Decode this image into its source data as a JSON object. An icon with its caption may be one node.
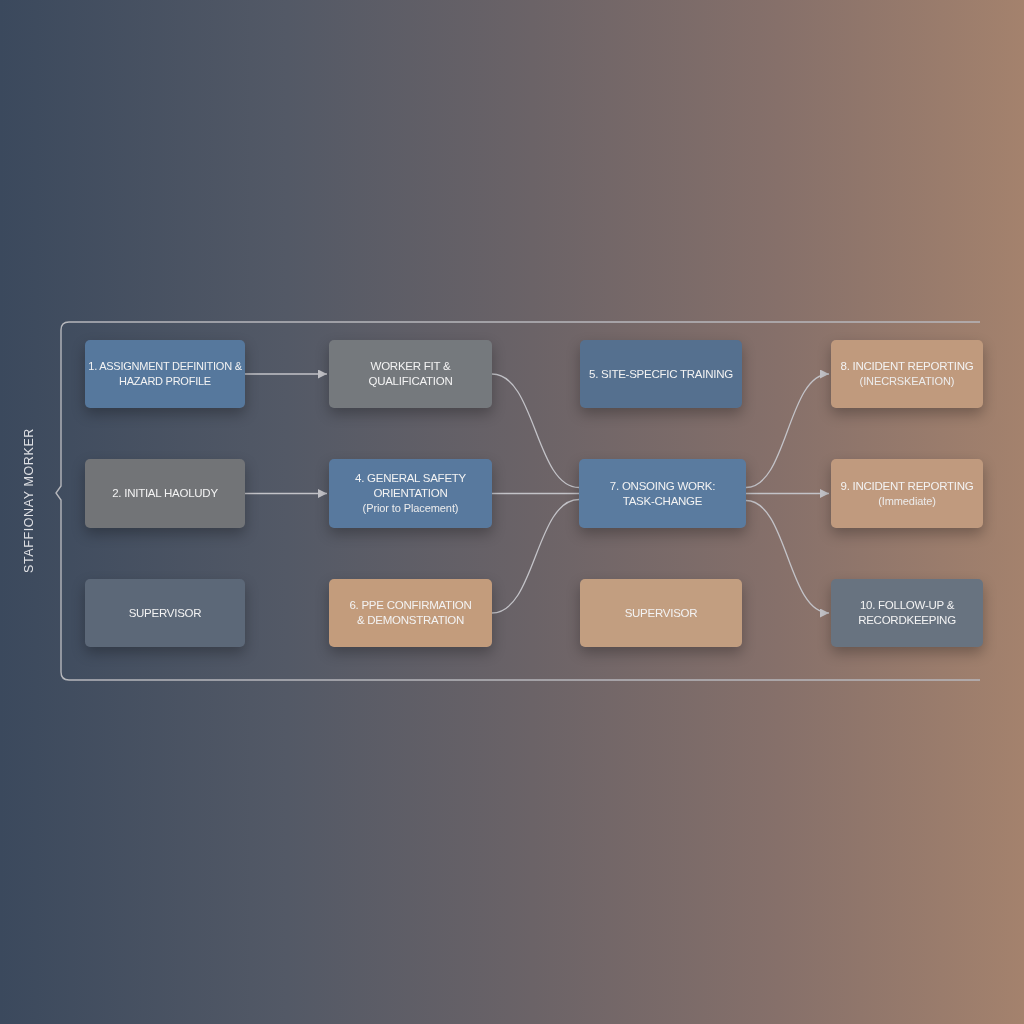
{
  "diagram": {
    "nodes": [
      {
        "text": [
          "STAFFIONAY MORKER"
        ]
      },
      {
        "text": [
          "1. ASSIGNMENT DEFINITION & HAZARD PROFILE"
        ],
        "in": 0
      },
      {
        "text": [
          "WORKER FIT & QUALIFICATION"
        ],
        "in": 0
      },
      {
        "text": [
          "5. SITE-SPECFIC TRAINING"
        ],
        "in": 0
      },
      {
        "text": [
          "8. INCIDENT REPORTING",
          "(INECRSKEATION)"
        ],
        "in": 0
      },
      {
        "text": [
          "2. INITIAL HAOLUDY"
        ],
        "in": 0
      },
      {
        "text": [
          "4. GENERAL SAFETY ORIENTATION",
          "(Prior to Placement)"
        ],
        "in": 0
      },
      {
        "text": [
          "7. ONSOING WORK: TASK-CHANGE"
        ],
        "in": 0
      },
      {
        "text": [
          "9. INCIDENT REPORTING",
          "(Immediate)"
        ],
        "in": 0
      },
      {
        "text": [
          "SUPERVISOR"
        ],
        "in": 0
      },
      {
        "text": [
          "6. PPE CONFIRMATION & DEMONSTRATION"
        ],
        "in": 0
      },
      {
        "text": [
          "SUPERVISOR"
        ],
        "in": 0
      },
      {
        "text": [
          "10. FOLLOW-UP & RECORDKEEPING"
        ],
        "in": 0
      }
    ],
    "edges": [
      {
        "from": 1,
        "to": 2,
        "arrow": "to"
      },
      {
        "from": 5,
        "to": 6,
        "arrow": "to"
      },
      {
        "from": 2,
        "to": 7,
        "arrow": "none"
      },
      {
        "from": 6,
        "to": 7,
        "arrow": "none"
      },
      {
        "from": 10,
        "to": 7,
        "arrow": "none"
      },
      {
        "from": 7,
        "to": 4,
        "arrow": "to"
      },
      {
        "from": 7,
        "to": 8,
        "arrow": "to"
      },
      {
        "from": 7,
        "to": 12,
        "arrow": "to"
      }
    ]
  }
}
